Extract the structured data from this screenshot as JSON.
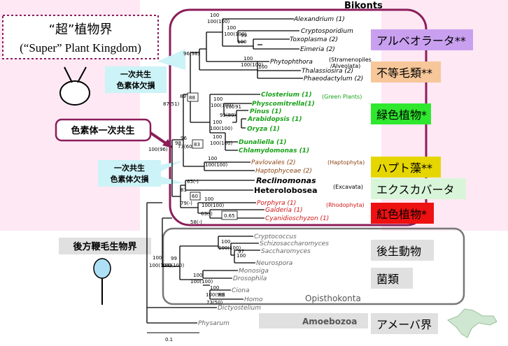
{
  "header": {
    "title": "Bikonts"
  },
  "super_kingdom": {
    "title_jp": "“超”植物界",
    "title_en": "(“Super” Plant Kingdom)"
  },
  "callouts": {
    "secondary_loss_1": [
      "一次共生",
      "色素体欠損"
    ],
    "primary_endosymbiosis": "色素体一次共生",
    "secondary_loss_2": [
      "一次共生",
      "色素体欠損"
    ],
    "opisthokont_kingdom": "後方鞭毛生物界"
  },
  "groups": [
    {
      "label": "アルベオラータ**",
      "color": "#c9a0f0"
    },
    {
      "label": "不等毛類**",
      "color": "#f7c79a"
    },
    {
      "label": "緑色植物*",
      "color": "#2ee82e"
    },
    {
      "label": "ハプト藻**",
      "color": "#e6d600"
    },
    {
      "label": "エクスカバータ",
      "color": "#d9f5d9"
    },
    {
      "label": "紅色植物*",
      "color": "#ee1111"
    },
    {
      "label": "後生動物",
      "color": "#e0e0e0"
    },
    {
      "label": "菌類",
      "color": "#e0e0e0"
    },
    {
      "label": "アメーバ界",
      "color": "#e0e0e0"
    }
  ],
  "clade_labels": {
    "stramenopiles": [
      "(Stramenopiles",
      "/Alveolata)"
    ],
    "green_plants": "(Green Plants)",
    "haptophyta": "(Haptophyta)",
    "excavata": "(Excavata)",
    "rhodophyta": "(Rhodophyta)",
    "opisthokonta": "Opisthokonta",
    "amoebozoa": "Amoebozoa"
  },
  "taxa": {
    "alexandrium": "Alexandrium (1)",
    "cryptosporidium": "Cryptosporidium",
    "toxoplasma": "Toxoplasma (2)",
    "eimeria": "Eimeria (2)",
    "phytophthora": "Phytophthora",
    "thalassiosira": "Thalassiosira (2)",
    "phaeodactylum": "Phaeodactylum (2)",
    "closterium": "Closterium (1)",
    "physcomitrella": "Physcomitrella(1)",
    "pinus": "Pinus (1)",
    "arabidopsis": "Arabidopsis (1)",
    "oryza": "Oryza (1)",
    "dunaliella": "Dunaliella (1)",
    "chlamydomonas": "Chlamydomonas (1)",
    "pavlovales": "Pavlovales (2)",
    "haptophyceae": "Haptophyceae (2)",
    "reclinomonas": "Reclinomonas",
    "heterolobosea": "Heterolobosea",
    "porphyra": "Porphyra (1)",
    "galderia": "Galderia (1)",
    "cyanidioschyzon": "Cyanidioschyzon (1)",
    "cryptococcus": "Cryptococcus",
    "schizosaccharomyces": "Schizosaccharomyces",
    "saccharomyces": "Saccharomyces",
    "neurospora": "Neurospora",
    "monosiga": "Monosiga",
    "drosophila": "Drosophila",
    "ciona": "Ciona",
    "homo": "Homo",
    "dictyostelium": "Dictyostelium",
    "physarum": "Physarum"
  },
  "support": {
    "s100_100_a": "100",
    "s100_100_b": "100(100)",
    "s_al1": "100",
    "s_al2": "100(100)",
    "s_99": "99",
    "s_100x": "100",
    "s_96": "96(98)",
    "s_st1": "100",
    "s_st2": "100(100)",
    "s_sta": "100",
    "s_89": "89",
    "s_8751": "87(51)",
    "s_88": "88",
    "s_g1": "100",
    "s_g2": "100(100)",
    "s_g3": "100",
    "s_g3b": "91",
    "s_g4": "93(89)",
    "s_g5": "100",
    "s_g6": "100(100)",
    "s_g7": "100",
    "s_g8": "100(100)",
    "s_96b": "96",
    "s_7360": "73(60)",
    "s_83": "83",
    "s_10096": "100(96)",
    "s_98": "98",
    "s_h1": "100",
    "s_h2": "100(100)",
    "s_65": "65(-)",
    "s_60": "60",
    "s_79": "79(-)",
    "s_81": "81",
    "s_r1": "100",
    "s_r2": "100(100)",
    "s_r3": "63(-)",
    "s_r4": "58(-)",
    "s_065": "0.65",
    "s_f1": "100",
    "s_f2": "100(100)",
    "s_f3": "100",
    "s_97": "97",
    "s_99b": "99",
    "s_100100c": "100(100)",
    "s_m1": "100",
    "s_m2": "100(100)",
    "s_m3": "100(99)",
    "s_m4": "83",
    "s_m5": "73(50)",
    "s_m6": "100",
    "s_root": "100(100)",
    "s_root2": "100"
  },
  "scale_bar": "0.1"
}
